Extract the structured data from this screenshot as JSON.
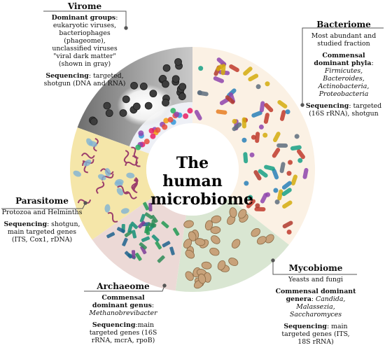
{
  "center": {
    "line1": "The human",
    "line2": "microbiome"
  },
  "virome": {
    "title": "Virome",
    "dominant_label": "Dominant groups",
    "dominant_text": ": eukaryotic viruses, bacteriophages (phageome), unclassified viruses \"viral dark matter\" (shown in gray)",
    "sequencing_label": "Sequencing",
    "sequencing_text": ": targeted, shotgun (DNA and RNA)"
  },
  "bacteriome": {
    "title": "Bacteriome",
    "description": "Most abundant and studied fraction",
    "phyla_label": "Commensal dominant phyla",
    "phyla_sep": ": ",
    "phyla_text": "Firmicutes, Bacteroides, Actinobacteria, Proteobacteria",
    "sequencing_label": "Sequencing",
    "sequencing_text": ": targeted (16S rRNA), shotgun"
  },
  "parasitome": {
    "title": "Parasitome",
    "description": "Protozoa and Helminths",
    "sequencing_label": "Sequencing",
    "sequencing_text": ": shotgun, main targeted genes (ITS, Cox1, rDNA)"
  },
  "archaeome": {
    "title": "Archaeome",
    "genus_label": "Commensal dominant genus",
    "genus_sep": ": ",
    "genus_text": "Methanobrevibacter",
    "sequencing_label": "Sequencing",
    "sequencing_text": ":main targeted genes (16S rRNA, mcrA, rpoB)"
  },
  "mycobiome": {
    "title": "Mycobiome",
    "description": "Yeasts and fungi",
    "genera_label": "Commensal dominant genera",
    "genera_sep": ": ",
    "genera_text": "Candida, Malassezia, Saccharomyces",
    "sequencing_label": "Sequencing",
    "sequencing_text": ": main targeted genes (ITS, 18S rRNA)"
  },
  "colors": {
    "virome": "#9a9a9a",
    "virome_light": "#e4e4e4",
    "bacteriome": "#fbf1e4",
    "mycobiome": "#d9e6d2",
    "archaeome": "#ecd9d6",
    "parasitome": "#f5e6a9",
    "virome_band": "#eef0f6"
  }
}
